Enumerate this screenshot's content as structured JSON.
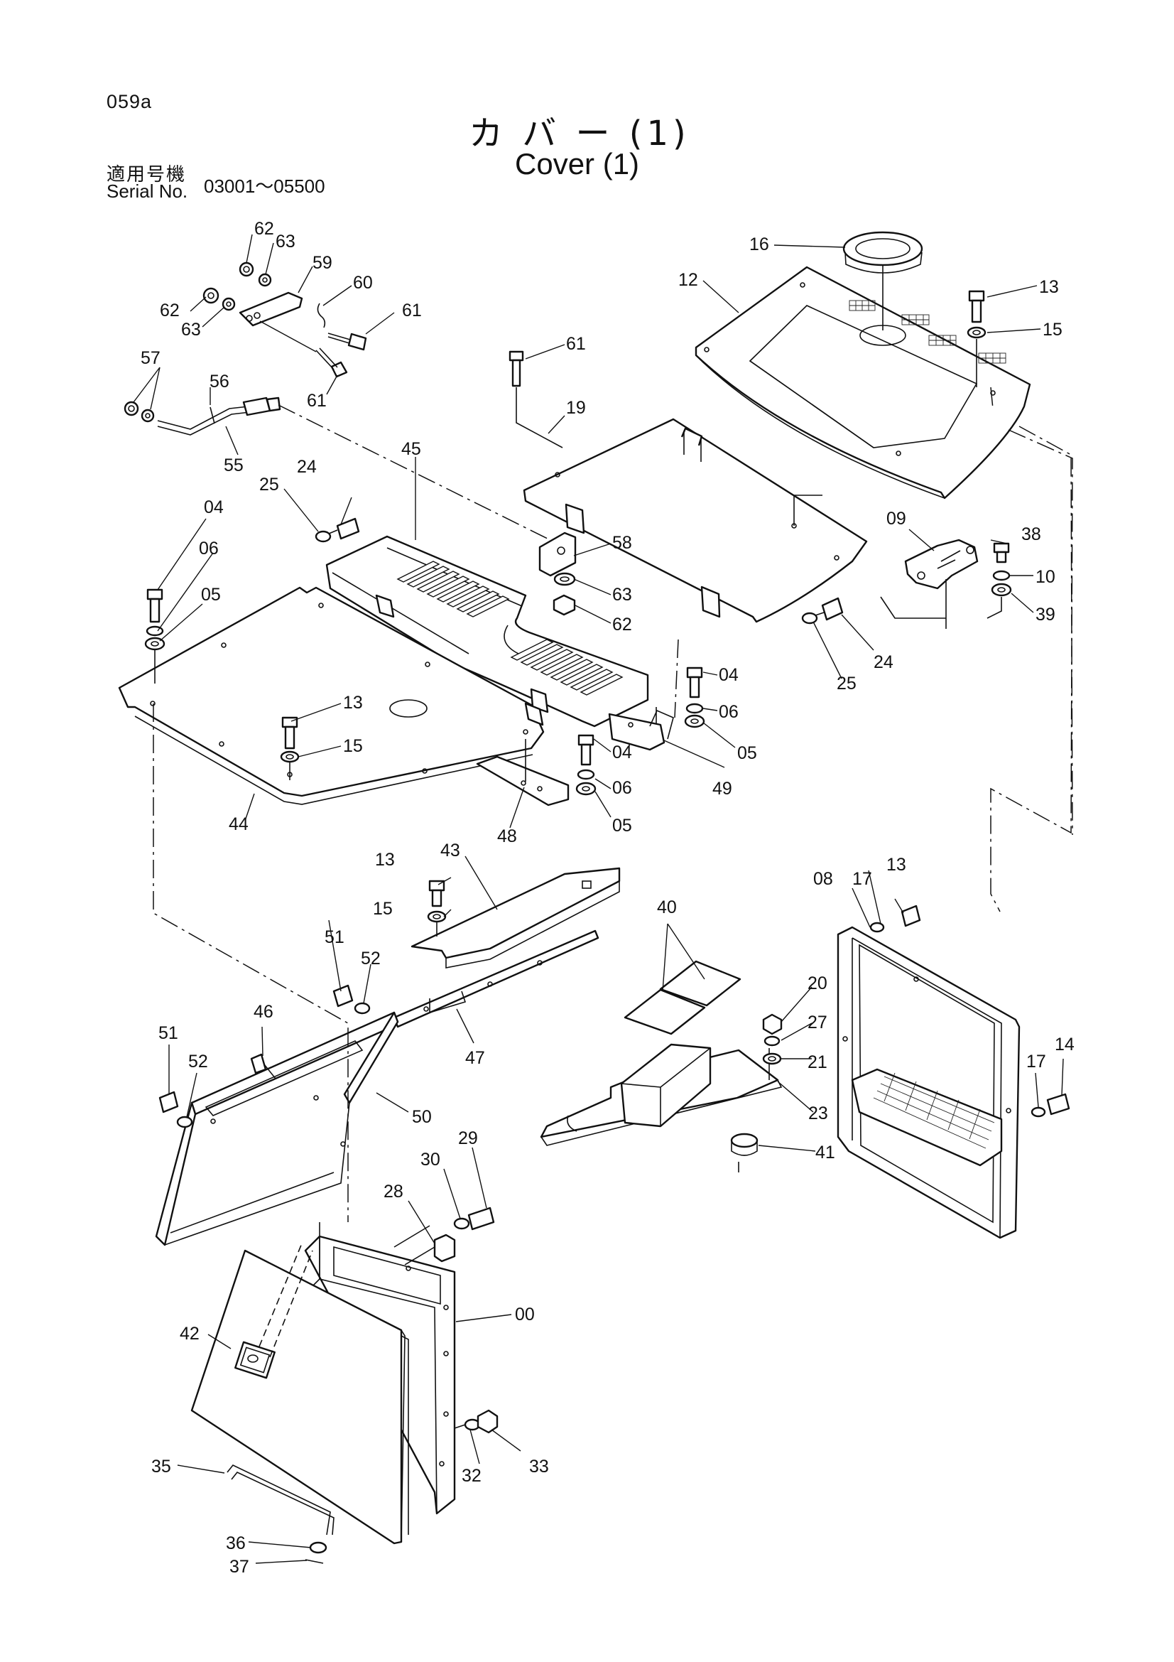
{
  "header": {
    "page_code": "059a",
    "title_jp": "カ バ ー (1)",
    "title_en": "Cover (1)",
    "serial_label_jp": "適用号機",
    "serial_label_en": "Serial No.",
    "serial_range": "03001～05500"
  },
  "diagram": {
    "callouts": [
      {
        "id": "c62a",
        "text": "62"
      },
      {
        "id": "c63a",
        "text": "63"
      },
      {
        "id": "c59",
        "text": "59"
      },
      {
        "id": "c60",
        "text": "60"
      },
      {
        "id": "c62b",
        "text": "62"
      },
      {
        "id": "c63b",
        "text": "63"
      },
      {
        "id": "c61a",
        "text": "61"
      },
      {
        "id": "c61b",
        "text": "61"
      },
      {
        "id": "c57",
        "text": "57"
      },
      {
        "id": "c56",
        "text": "56"
      },
      {
        "id": "c55",
        "text": "55"
      },
      {
        "id": "c61c",
        "text": "61"
      },
      {
        "id": "c19",
        "text": "19"
      },
      {
        "id": "c16",
        "text": "16"
      },
      {
        "id": "c12",
        "text": "12"
      },
      {
        "id": "c13a",
        "text": "13"
      },
      {
        "id": "c15a",
        "text": "15"
      },
      {
        "id": "c45",
        "text": "45"
      },
      {
        "id": "c24a",
        "text": "24"
      },
      {
        "id": "c25a",
        "text": "25"
      },
      {
        "id": "c04a",
        "text": "04"
      },
      {
        "id": "c06a",
        "text": "06"
      },
      {
        "id": "c05a",
        "text": "05"
      },
      {
        "id": "c58",
        "text": "58"
      },
      {
        "id": "c63c",
        "text": "63"
      },
      {
        "id": "c62c",
        "text": "62"
      },
      {
        "id": "c09",
        "text": "09"
      },
      {
        "id": "c38",
        "text": "38"
      },
      {
        "id": "c10",
        "text": "10"
      },
      {
        "id": "c39",
        "text": "39"
      },
      {
        "id": "c24b",
        "text": "24"
      },
      {
        "id": "c25b",
        "text": "25"
      },
      {
        "id": "c04b",
        "text": "04"
      },
      {
        "id": "c06b",
        "text": "06"
      },
      {
        "id": "c05b",
        "text": "05"
      },
      {
        "id": "c13b",
        "text": "13"
      },
      {
        "id": "c15b",
        "text": "15"
      },
      {
        "id": "c04c",
        "text": "04"
      },
      {
        "id": "c06c",
        "text": "06"
      },
      {
        "id": "c05c",
        "text": "05"
      },
      {
        "id": "c49",
        "text": "49"
      },
      {
        "id": "c44",
        "text": "44"
      },
      {
        "id": "c48",
        "text": "48"
      },
      {
        "id": "c13c",
        "text": "13"
      },
      {
        "id": "c43",
        "text": "43"
      },
      {
        "id": "c15c",
        "text": "15"
      },
      {
        "id": "c40",
        "text": "40"
      },
      {
        "id": "c13d",
        "text": "13"
      },
      {
        "id": "c17a",
        "text": "17"
      },
      {
        "id": "c08",
        "text": "08"
      },
      {
        "id": "c51a",
        "text": "51"
      },
      {
        "id": "c52a",
        "text": "52"
      },
      {
        "id": "c46",
        "text": "46"
      },
      {
        "id": "c51b",
        "text": "51"
      },
      {
        "id": "c52b",
        "text": "52"
      },
      {
        "id": "c47",
        "text": "47"
      },
      {
        "id": "c20",
        "text": "20"
      },
      {
        "id": "c27",
        "text": "27"
      },
      {
        "id": "c21",
        "text": "21"
      },
      {
        "id": "c14",
        "text": "14"
      },
      {
        "id": "c17b",
        "text": "17"
      },
      {
        "id": "c23",
        "text": "23"
      },
      {
        "id": "c41",
        "text": "41"
      },
      {
        "id": "c50",
        "text": "50"
      },
      {
        "id": "c29",
        "text": "29"
      },
      {
        "id": "c30",
        "text": "30"
      },
      {
        "id": "c28",
        "text": "28"
      },
      {
        "id": "c42",
        "text": "42"
      },
      {
        "id": "c00",
        "text": "00"
      },
      {
        "id": "c32",
        "text": "32"
      },
      {
        "id": "c33",
        "text": "33"
      },
      {
        "id": "c35",
        "text": "35"
      },
      {
        "id": "c36",
        "text": "36"
      },
      {
        "id": "c37",
        "text": "37"
      }
    ]
  }
}
